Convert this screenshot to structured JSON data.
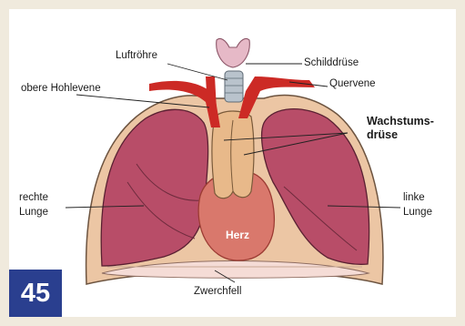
{
  "labels": {
    "trachea": "Luftröhre",
    "thyroid": "Schilddrüse",
    "superior_vena_cava": "obere Hohlevene",
    "cross_vein": "Quervene",
    "thymus_line1": "Wachstums-",
    "thymus_line2": "drüse",
    "right_lung_line1": "rechte",
    "right_lung_line2": "Lunge",
    "left_lung_line1": "linke",
    "left_lung_line2": "Lunge",
    "heart": "Herz",
    "diaphragm": "Zwerchfell"
  },
  "badge": {
    "number": "45"
  },
  "colors": {
    "frame": "#f0eadd",
    "lung": "#b84d68",
    "chest_wall": "#ecc6a4",
    "thymus": "#e8b98a",
    "heart": "#d9786c",
    "vessel": "#cc2a25",
    "thyroid": "#e6b9c7",
    "trachea": "#b9c3cc",
    "badge": "#2a3f8f"
  }
}
